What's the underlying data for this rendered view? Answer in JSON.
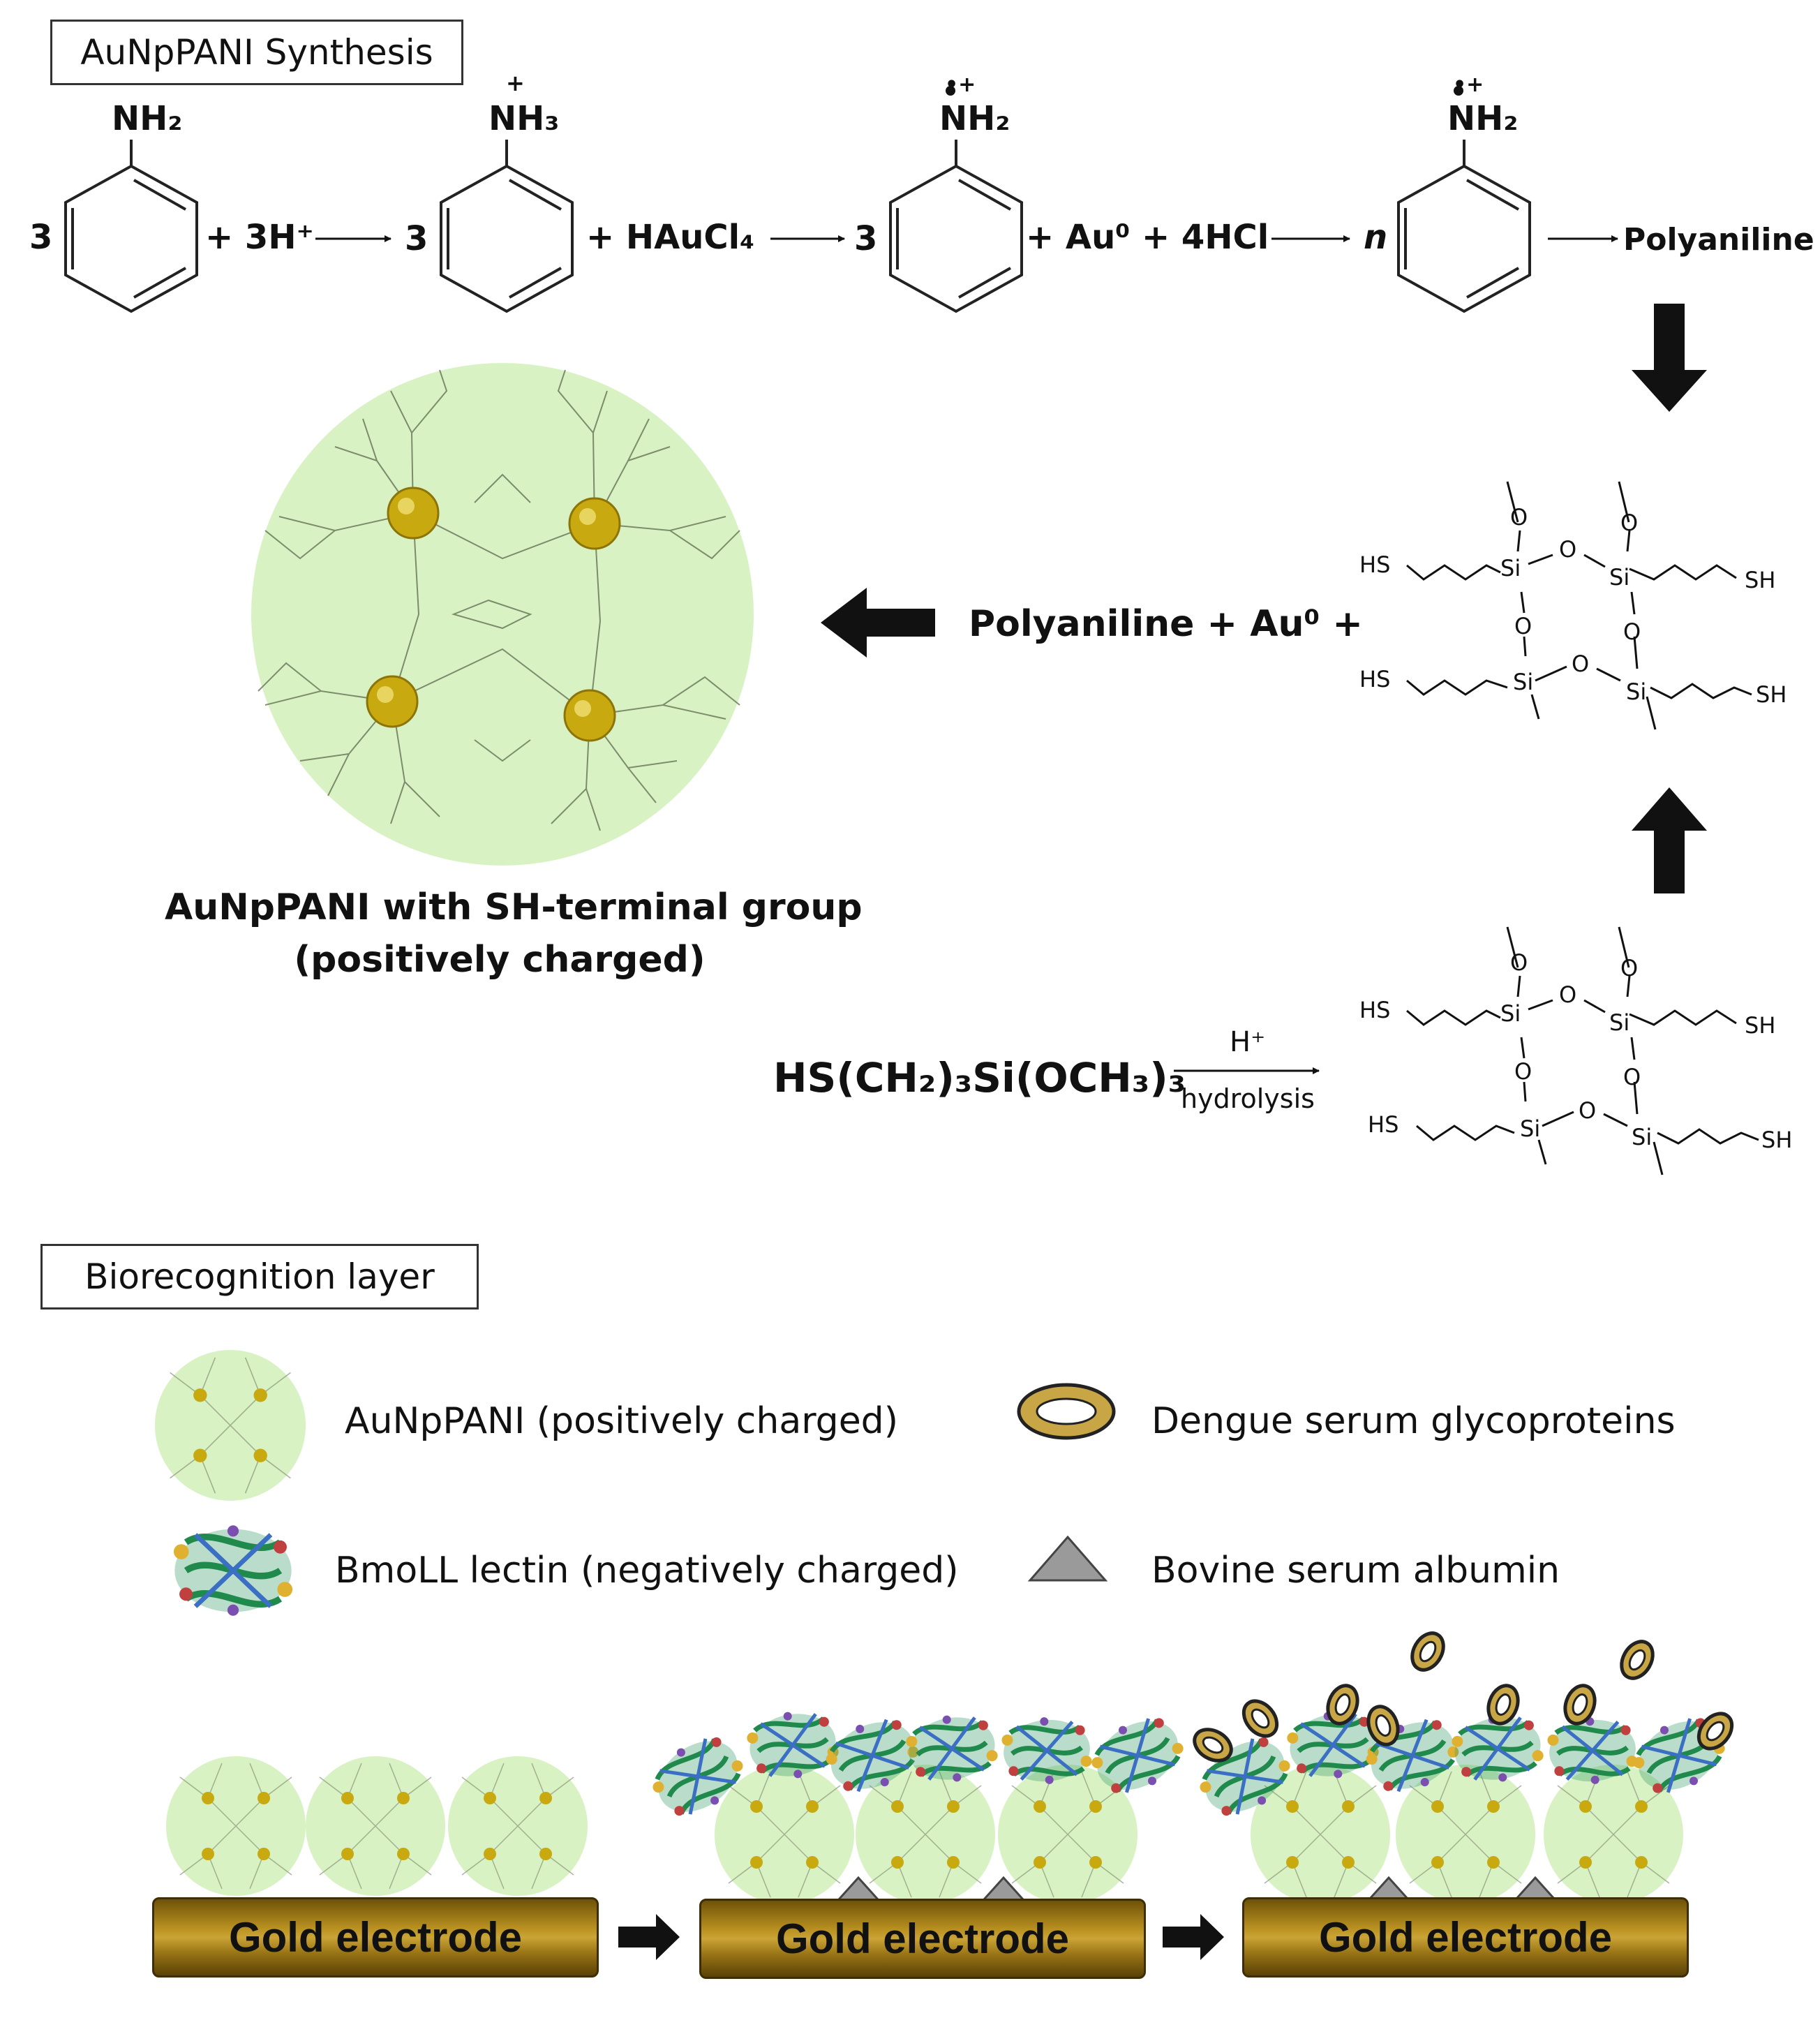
{
  "sections": {
    "synthesis_title": "AuNpPANI Synthesis",
    "biorecognition_title": "Biorecognition layer"
  },
  "reaction": {
    "coef1": "3",
    "nh2_a": "NH₂",
    "plus_h": "+ 3H⁺",
    "coef2": "3",
    "nh3": "NH₃",
    "plus_sign_nh3": "+",
    "plus_haucl4": "+ HAuCl₄",
    "coef3": "3",
    "nh2_radical_a": "NH₂",
    "radical_mark": "•+",
    "plus_au_hcl": "+ Au⁰ + 4HCl",
    "coef_n": "n",
    "nh2_radical_b": "NH₂",
    "product": "Polyaniline"
  },
  "middle": {
    "polyaniline_plus": "Polyaniline  + Au⁰ +",
    "particle_caption_line1": "AuNpPANI with SH-terminal group",
    "particle_caption_line2": "(positively charged)",
    "precursor": "HS(CH₂)₃Si(OCH₃)₃",
    "catalyst": "H⁺",
    "process": "hydrolysis"
  },
  "siloxane_labels": {
    "hs": "HS",
    "sh": "SH",
    "si": "Si",
    "o": "O"
  },
  "legend": [
    {
      "label": "AuNpPANI (positively charged)",
      "icon": "aunppani-particle-icon"
    },
    {
      "label": "Dengue serum glycoproteins",
      "icon": "glycoprotein-ring-icon"
    },
    {
      "label": "BmoLL lectin (negatively charged)",
      "icon": "lectin-protein-icon"
    },
    {
      "label": "Bovine serum albumin",
      "icon": "albumin-triangle-icon"
    }
  ],
  "electrodes": [
    {
      "label": "Gold electrode"
    },
    {
      "label": "Gold electrode"
    },
    {
      "label": "Gold electrode"
    }
  ],
  "colors": {
    "particle_fill": "#d8f2c4",
    "gold_core": "#c8aa10",
    "electrode_gold": "#b99121",
    "albumin_gray": "#9a9a9a",
    "ring_gold": "#c9a645"
  }
}
